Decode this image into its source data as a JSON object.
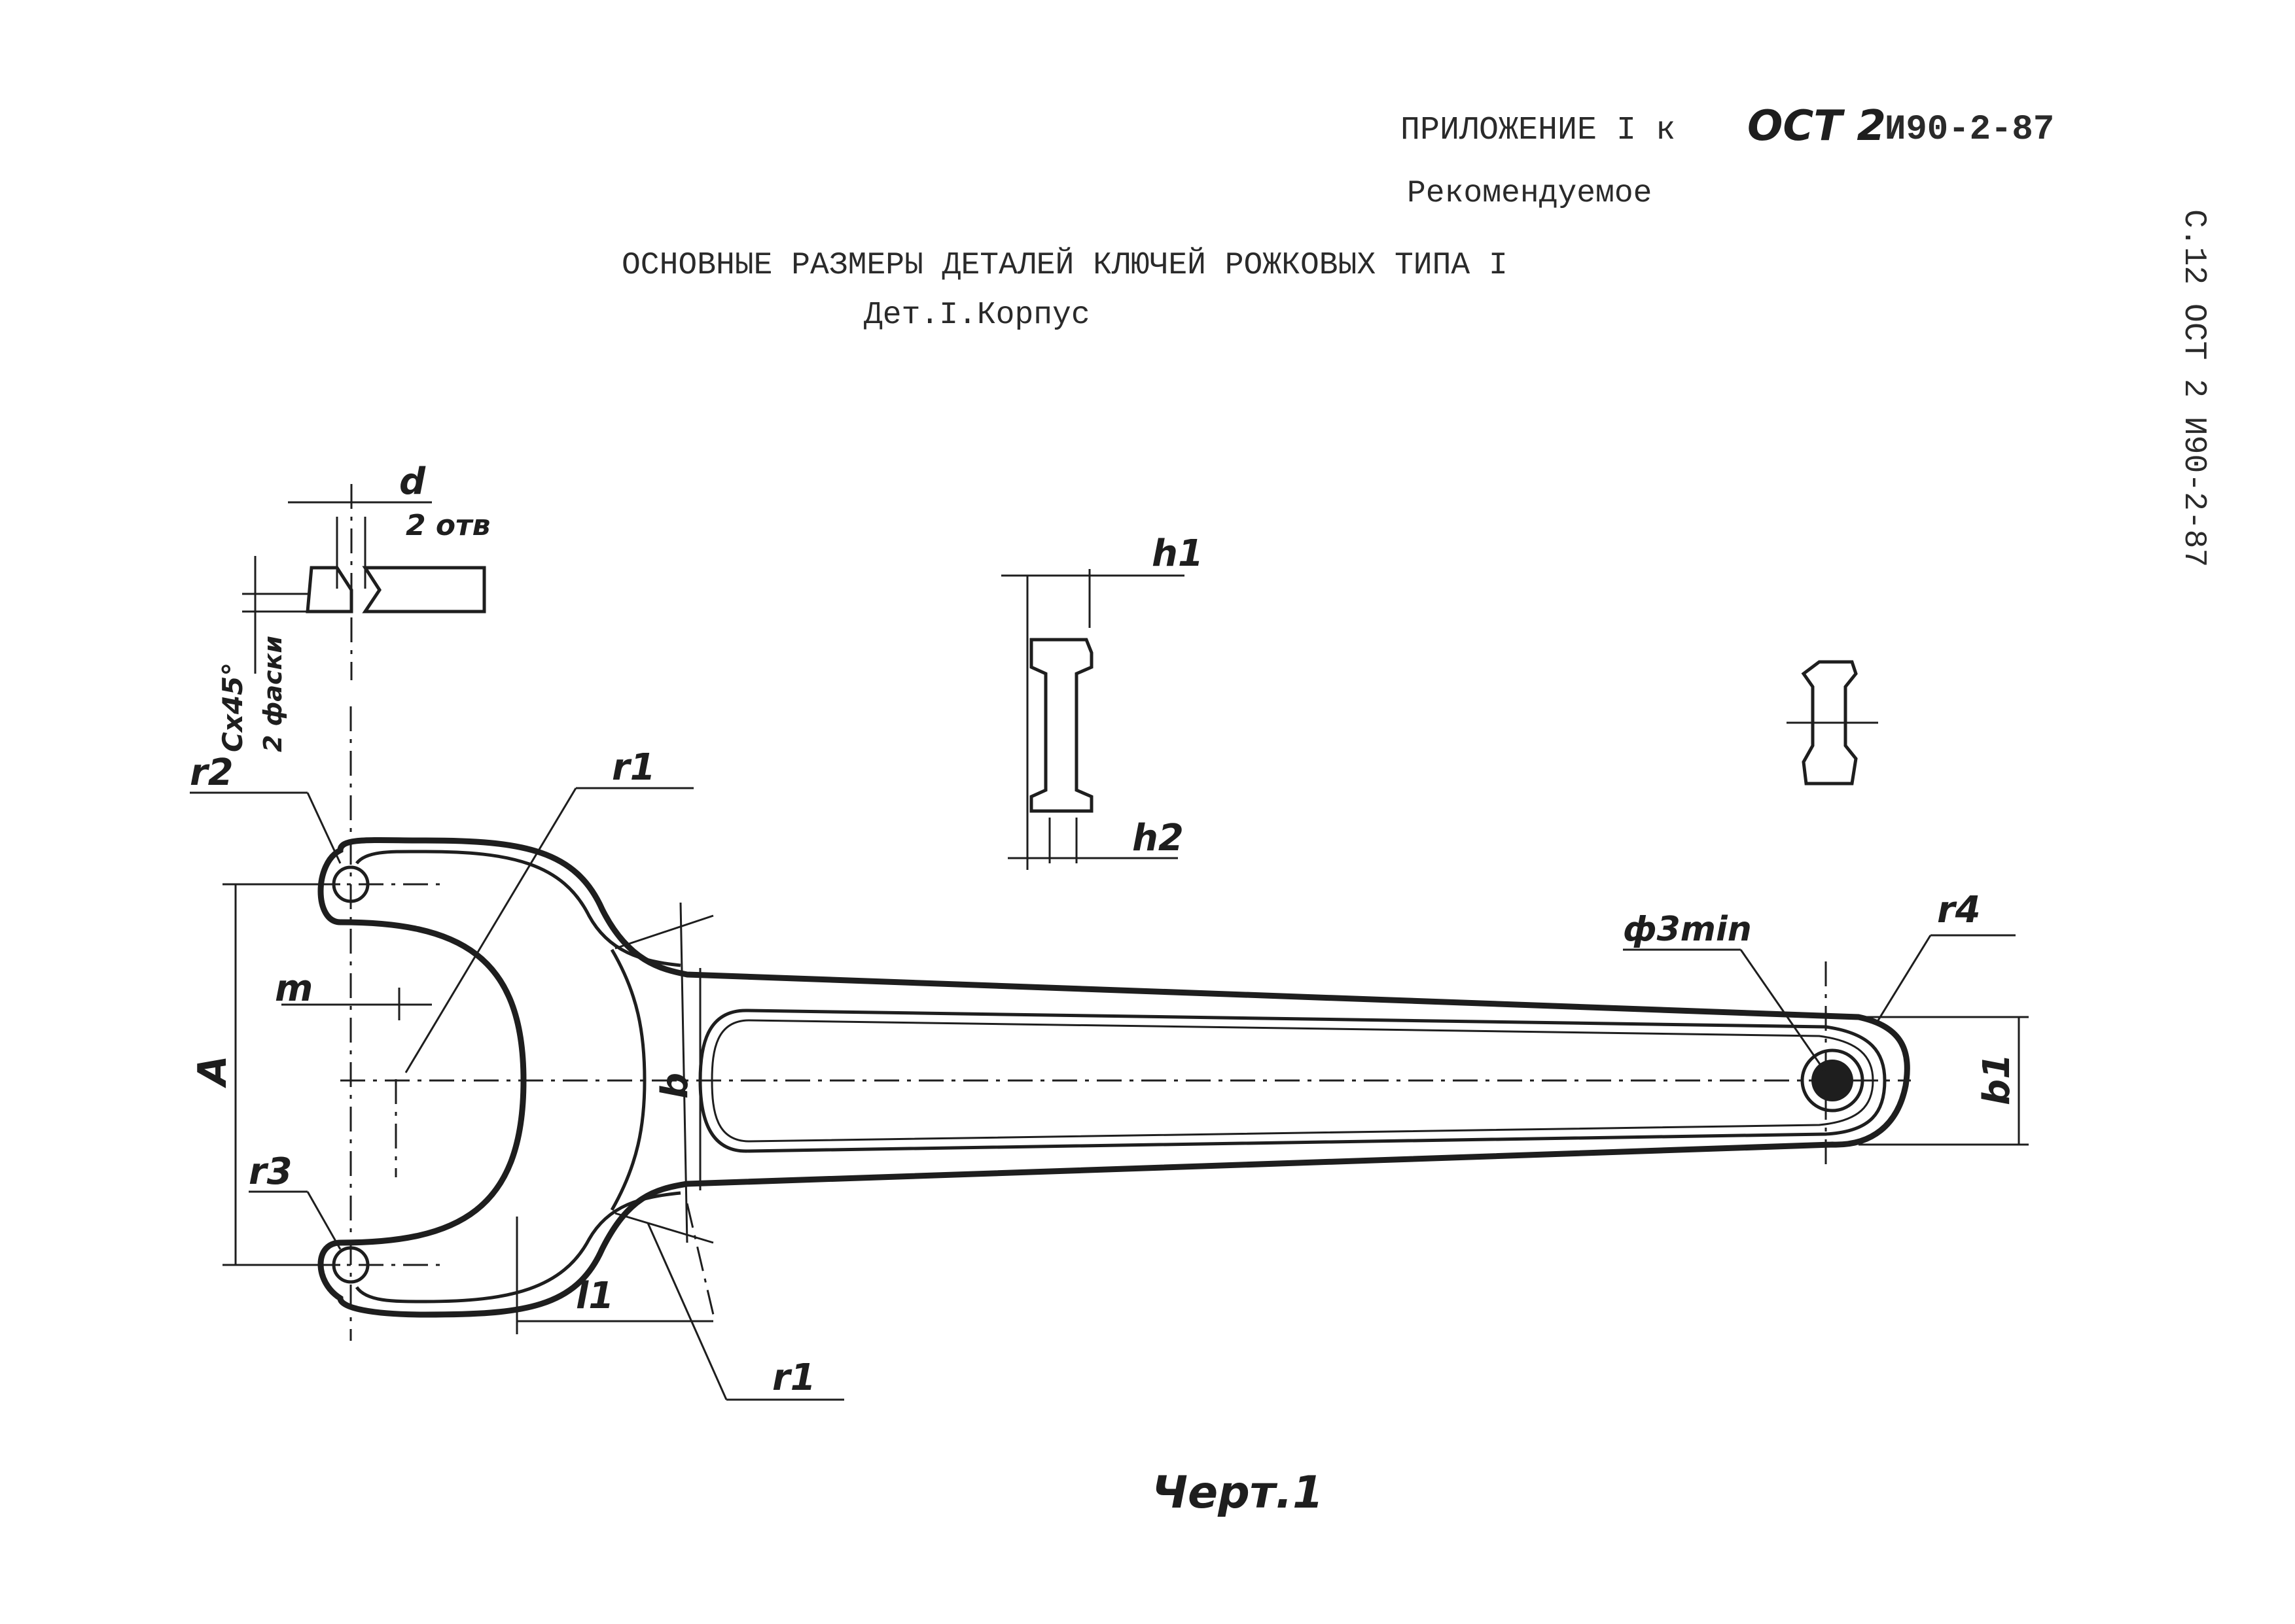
{
  "header": {
    "appendix_prefix": "ПРИЛОЖЕНИЕ I к",
    "standard_code": "ОСТ 2",
    "standard_number": "И90-2-87",
    "status": "Рекомендуемое"
  },
  "title": "ОСНОВНЫЕ РАЗМЕРЫ ДЕТАЛЕЙ КЛЮЧЕЙ РОЖКОВЫХ ТИПА I",
  "subtitle": "Дет.I.Корпус",
  "side_stamp": "С.12  ОСТ 2 И90-2-87",
  "drawing": {
    "labels": {
      "d": "d",
      "holes": "2 отв",
      "chamfer": "Сх45°",
      "chamfer_count": "2 фаски",
      "r1_top": "r1",
      "r1_bottom": "r1",
      "r2": "r2",
      "r3": "r3",
      "r4": "r4",
      "m": "m",
      "A": "A",
      "b": "b",
      "b1": "b1",
      "l1": "l1",
      "h1": "h1",
      "h2": "h2",
      "hole_min": "ф3min"
    },
    "caption": "Черт.1"
  }
}
